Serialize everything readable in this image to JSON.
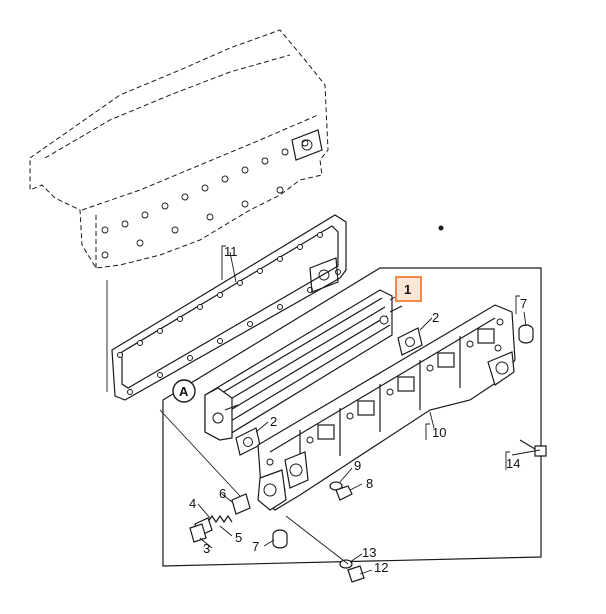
{
  "callouts": {
    "c1": "1",
    "c2a": "2",
    "c2b": "2",
    "c3": "3",
    "c4": "4",
    "c5": "5",
    "c6": "6",
    "c7a": "7",
    "c7b": "7",
    "c8": "8",
    "c9": "9",
    "c10": "10",
    "c11": "11",
    "c12": "12",
    "c13": "13",
    "c14": "14",
    "detail": "A"
  },
  "colors": {
    "highlight": "#f08a4b",
    "line": "#1a1a1a",
    "background": "#ffffff"
  }
}
